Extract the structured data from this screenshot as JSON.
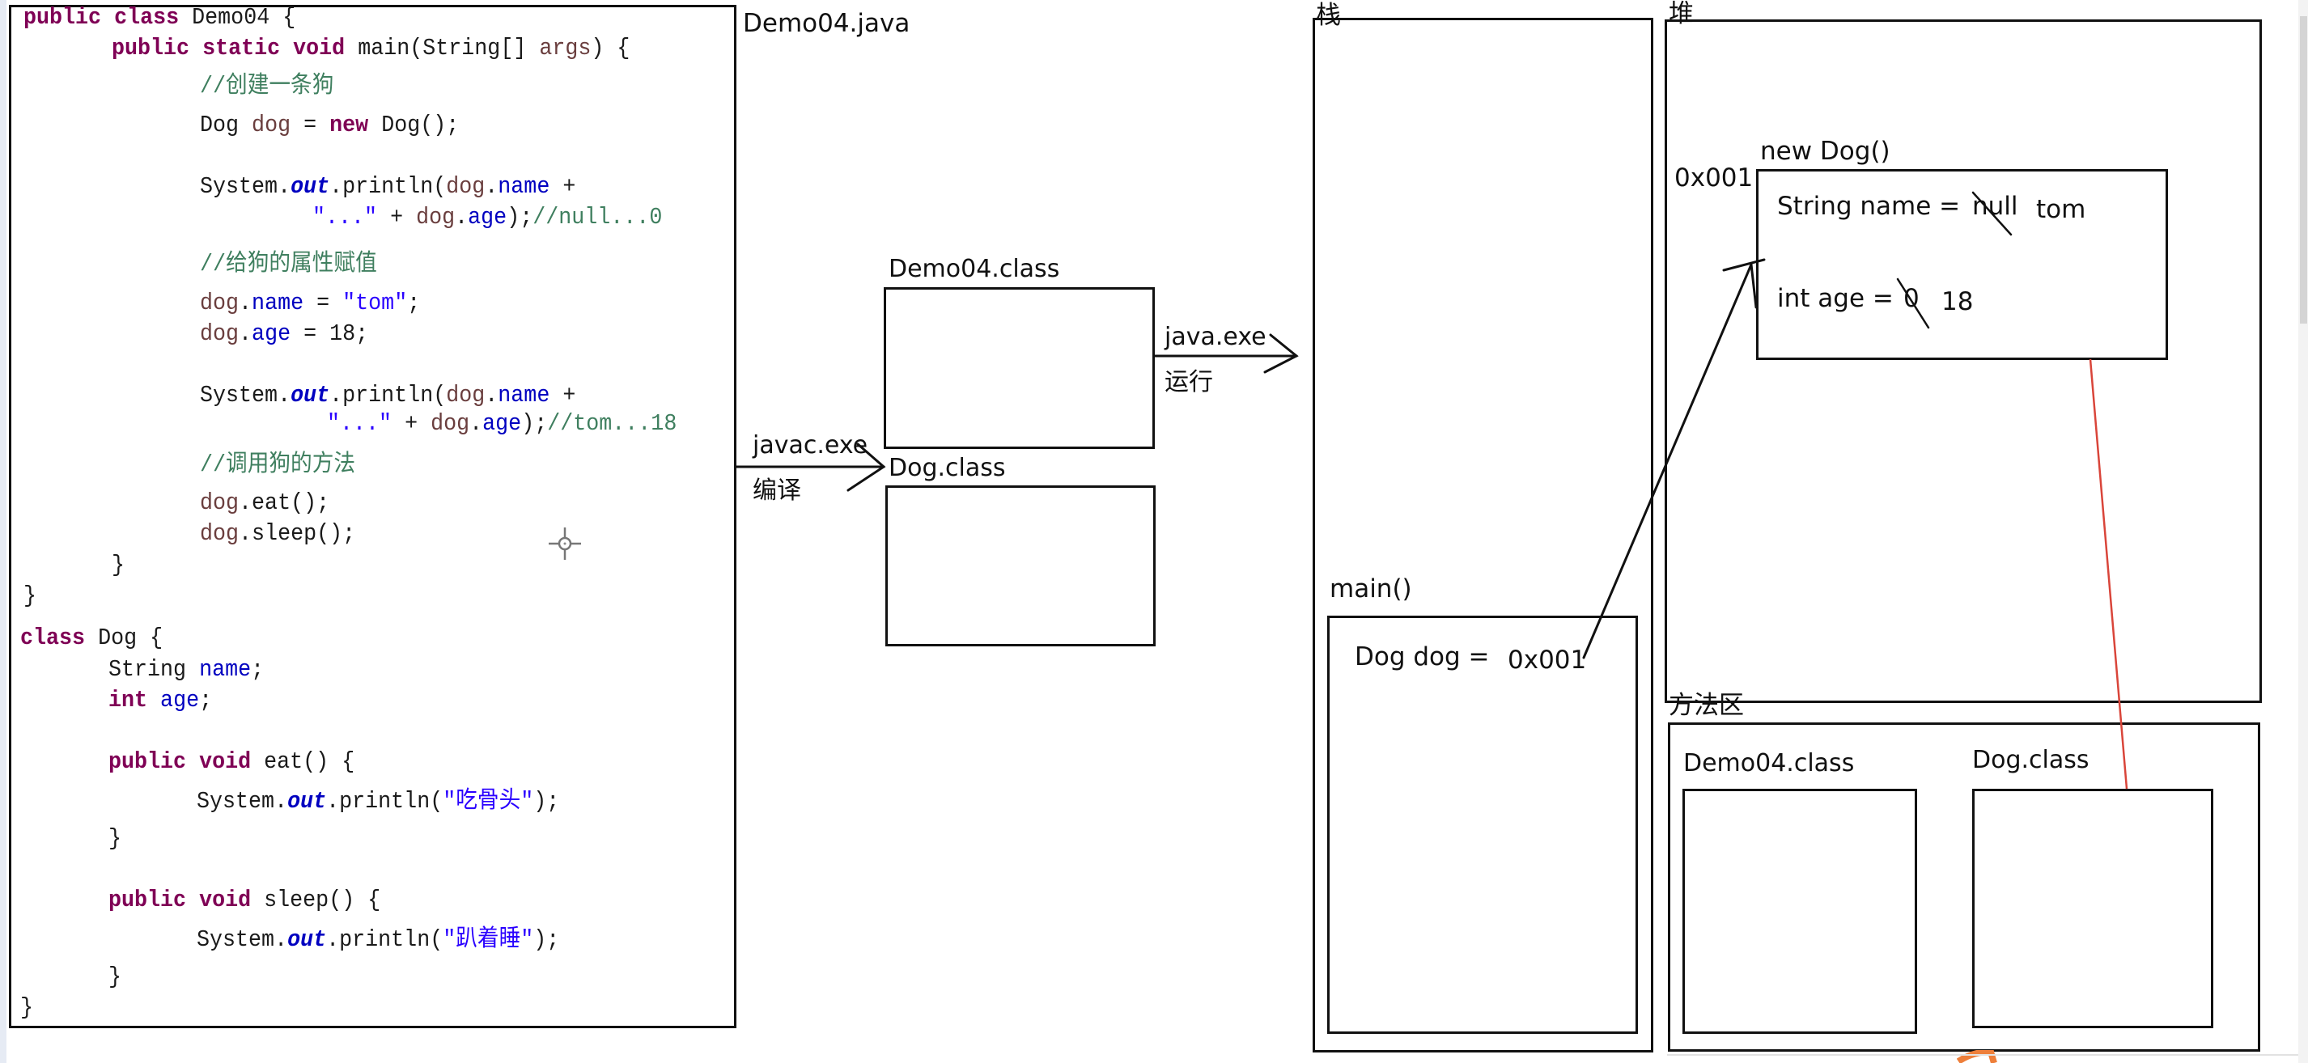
{
  "source_file": {
    "label": "Demo04.java",
    "code_lines": [
      [
        [
          "kw",
          "public class "
        ],
        [
          "",
          "Demo04 {"
        ]
      ],
      [
        [
          "kw",
          "public static void "
        ],
        [
          "",
          "main(String[] "
        ],
        [
          "loc",
          "args"
        ],
        [
          "",
          ") {"
        ]
      ],
      [
        [
          "cmt",
          "//创建一条狗"
        ]
      ],
      [
        [
          "",
          "Dog "
        ],
        [
          "loc",
          "dog"
        ],
        [
          "",
          " = "
        ],
        [
          "kw",
          "new "
        ],
        [
          "",
          "Dog();"
        ]
      ],
      [
        [
          "",
          "System."
        ],
        [
          "sout",
          "out"
        ],
        [
          "",
          ".println("
        ],
        [
          "loc",
          "dog"
        ],
        [
          "",
          "."
        ],
        [
          "fld",
          "name"
        ],
        [
          "",
          " +"
        ]
      ],
      [
        [
          "str",
          "\"...\""
        ],
        [
          "",
          " + "
        ],
        [
          "loc",
          "dog"
        ],
        [
          "",
          "."
        ],
        [
          "fld",
          "age"
        ],
        [
          "",
          ");"
        ],
        [
          "cmt",
          "//null...0"
        ]
      ],
      [
        [
          "cmt",
          "//给狗的属性赋值"
        ]
      ],
      [
        [
          "loc",
          "dog"
        ],
        [
          "",
          "."
        ],
        [
          "fld",
          "name"
        ],
        [
          "",
          " = "
        ],
        [
          "str",
          "\"tom\""
        ],
        [
          "",
          ";"
        ]
      ],
      [
        [
          "loc",
          "dog"
        ],
        [
          "",
          "."
        ],
        [
          "fld",
          "age"
        ],
        [
          "",
          " = 18;"
        ]
      ],
      [
        [
          "",
          "System."
        ],
        [
          "sout",
          "out"
        ],
        [
          "",
          ".println("
        ],
        [
          "loc",
          "dog"
        ],
        [
          "",
          "."
        ],
        [
          "fld",
          "name"
        ],
        [
          "",
          " +"
        ]
      ],
      [
        [
          "str",
          "\"...\""
        ],
        [
          "",
          " + "
        ],
        [
          "loc",
          "dog"
        ],
        [
          "",
          "."
        ],
        [
          "fld",
          "age"
        ],
        [
          "",
          ");"
        ],
        [
          "cmt",
          "//tom...18"
        ]
      ],
      [
        [
          "cmt",
          "//调用狗的方法"
        ]
      ],
      [
        [
          "loc",
          "dog"
        ],
        [
          "",
          ".eat();"
        ]
      ],
      [
        [
          "loc",
          "dog"
        ],
        [
          "",
          ".sleep();"
        ]
      ],
      [
        [
          "",
          "}"
        ]
      ],
      [
        [
          "",
          "}"
        ]
      ],
      [
        [
          "kw",
          "class "
        ],
        [
          "",
          "Dog {"
        ]
      ],
      [
        [
          "",
          "String "
        ],
        [
          "fld",
          "name"
        ],
        [
          "",
          ";"
        ]
      ],
      [
        [
          "kw",
          "int "
        ],
        [
          "fld",
          "age"
        ],
        [
          "",
          ";"
        ]
      ],
      [
        [
          "kw",
          "public void "
        ],
        [
          "",
          "eat() {"
        ]
      ],
      [
        [
          "",
          "System."
        ],
        [
          "sout",
          "out"
        ],
        [
          "",
          ".println("
        ],
        [
          "str",
          "\"吃骨头\""
        ],
        [
          "",
          ");"
        ]
      ],
      [
        [
          "",
          "}"
        ]
      ],
      [
        [
          "kw",
          "public void "
        ],
        [
          "",
          "sleep() {"
        ]
      ],
      [
        [
          "",
          "System."
        ],
        [
          "sout",
          "out"
        ],
        [
          "",
          ".println("
        ],
        [
          "str",
          "\"趴着睡\""
        ],
        [
          "",
          ");"
        ]
      ],
      [
        [
          "",
          "}"
        ]
      ],
      [
        [
          "",
          "}"
        ]
      ]
    ]
  },
  "compile": {
    "tool": "javac.exe",
    "caption": "编译"
  },
  "bytecode": {
    "demo_class": "Demo04.class",
    "dog_class": "Dog.class"
  },
  "run": {
    "tool": "java.exe",
    "caption": "运行"
  },
  "stack": {
    "title": "栈",
    "frame_label": "main()",
    "variable": "Dog dog =",
    "reference": "0x001"
  },
  "heap": {
    "title": "堆",
    "object_label": "new Dog()",
    "address": "0x001",
    "fields": [
      {
        "decl": "String name =",
        "old_value": "null",
        "new_value": "tom"
      },
      {
        "decl": "int age =",
        "old_value": "0",
        "new_value": "18"
      }
    ]
  },
  "method_area": {
    "title": "方法区",
    "classes": [
      "Demo04.class",
      "Dog.class"
    ]
  },
  "colors": {
    "keyword": "#7f0055",
    "field": "#0000c0",
    "local": "#6a3e3e",
    "comment": "#3f7f5f",
    "string": "#2a00ff",
    "class_ref_line": "#d9453a",
    "stroke": "#111111"
  }
}
